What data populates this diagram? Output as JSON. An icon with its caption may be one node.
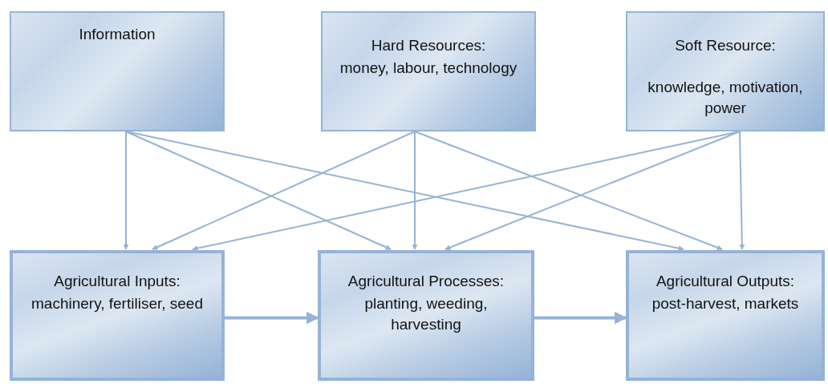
{
  "diagram": {
    "nodes": [
      {
        "text": [
          "Information"
        ]
      },
      {
        "text": [
          "Hard Resources:",
          "money, labour, technology"
        ]
      },
      {
        "text": [
          "Soft Resource:",
          "knowledge, motivation, power"
        ]
      },
      {
        "text": [
          "Agricultural Inputs:",
          "machinery, fertiliser, seed"
        ]
      },
      {
        "text": [
          "Agricultural Processes:",
          "planting, weeding, harvesting"
        ]
      },
      {
        "text": [
          "Agricultural Outputs:",
          "post-harvest, markets"
        ]
      }
    ],
    "edges": [
      {
        "from": 0,
        "to": 3,
        "arrow": "to"
      },
      {
        "from": 0,
        "to": 4,
        "arrow": "to"
      },
      {
        "from": 0,
        "to": 5,
        "arrow": "to"
      },
      {
        "from": 1,
        "to": 3,
        "arrow": "to"
      },
      {
        "from": 1,
        "to": 4,
        "arrow": "to"
      },
      {
        "from": 1,
        "to": 5,
        "arrow": "to"
      },
      {
        "from": 2,
        "to": 3,
        "arrow": "to"
      },
      {
        "from": 2,
        "to": 4,
        "arrow": "to"
      },
      {
        "from": 2,
        "to": 5,
        "arrow": "to"
      },
      {
        "from": 3,
        "to": 4,
        "arrow": "to",
        "style": "thick"
      },
      {
        "from": 4,
        "to": 5,
        "arrow": "to",
        "style": "thick"
      }
    ]
  }
}
